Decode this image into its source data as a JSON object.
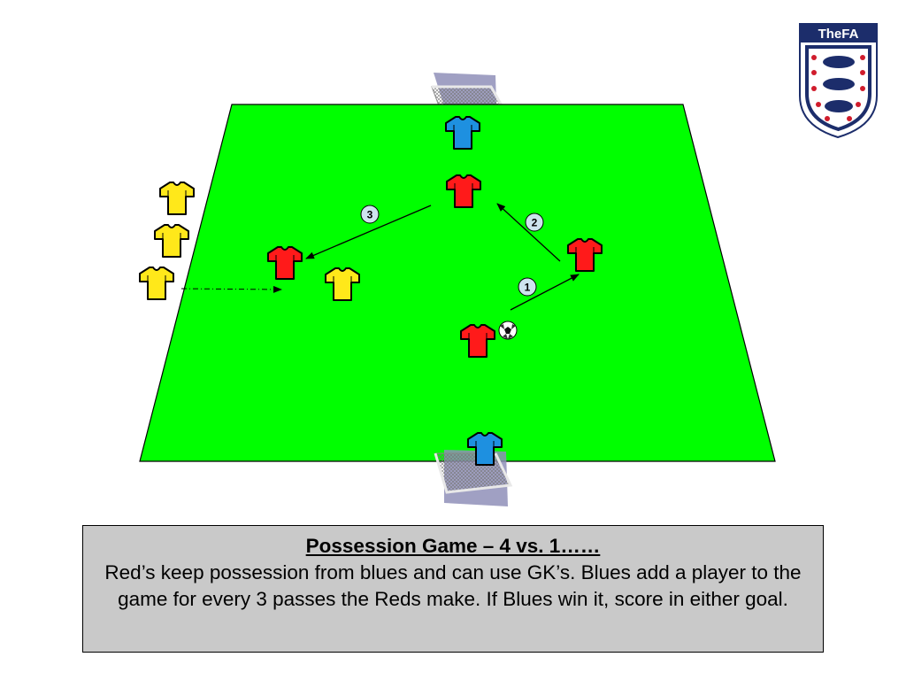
{
  "logo": {
    "text": "TheFA"
  },
  "pass_labels": [
    "1",
    "2",
    "3"
  ],
  "caption": {
    "title": "Possession Game – 4 vs. 1……",
    "body": "Red’s keep possession from blues and can use GK’s. Blues add a player to the game for every 3 passes the Reds make. If Blues win it, score in either goal."
  },
  "colors": {
    "pitch": "#00ff00",
    "red_team": "#ff1a1a",
    "blue_team": "#1e90e0",
    "yellow_team": "#ffe81a",
    "caption_bg": "#c9c9c9",
    "goal_frame": "#8f8fb8",
    "crest_navy": "#1c2d6b"
  },
  "players": {
    "red": 4,
    "blue_goalkeepers": 2,
    "yellow_waiting": 3,
    "yellow_on_pitch": 1
  },
  "icons": [
    "shirt-icon",
    "ball-icon",
    "goal-icon",
    "fa-crest-icon",
    "pass-arrow-icon"
  ]
}
